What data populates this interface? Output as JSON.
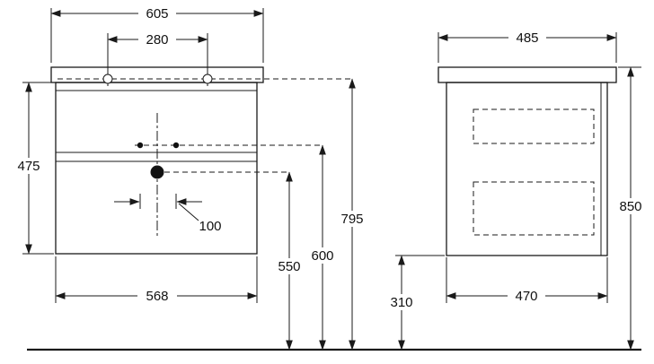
{
  "front_view": {
    "dims": {
      "deck_width": "605",
      "faucet_spacing": "280",
      "cabinet_height": "475",
      "supply_spacing": "100",
      "cabinet_width": "568",
      "drain_height": "550",
      "supply_height": "600",
      "deck_height": "795"
    }
  },
  "side_view": {
    "dims": {
      "deck_depth": "485",
      "total_height": "850",
      "cabinet_depth": "470",
      "floor_clearance": "310"
    }
  }
}
